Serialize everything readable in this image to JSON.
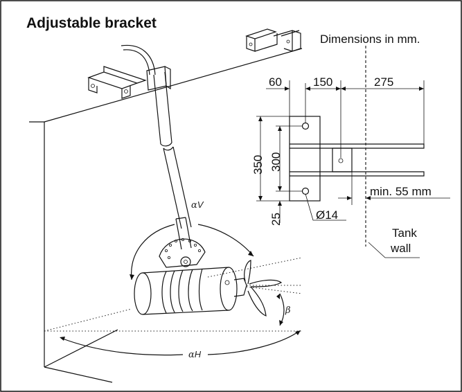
{
  "title": "Adjustable bracket",
  "units_note": "Dimensions in mm.",
  "dimensions": {
    "d60": "60",
    "d150": "150",
    "d275": "275",
    "d350": "350",
    "d300": "300",
    "d25": "25",
    "hole": "Ø14",
    "min_gap": "min. 55 mm"
  },
  "tank_wall": {
    "line1": "Tank",
    "line2": "wall"
  },
  "angles": {
    "vertical": "α",
    "vertical_sub": "V",
    "horizontal": "α",
    "horizontal_sub": "H",
    "tilt": "β"
  }
}
